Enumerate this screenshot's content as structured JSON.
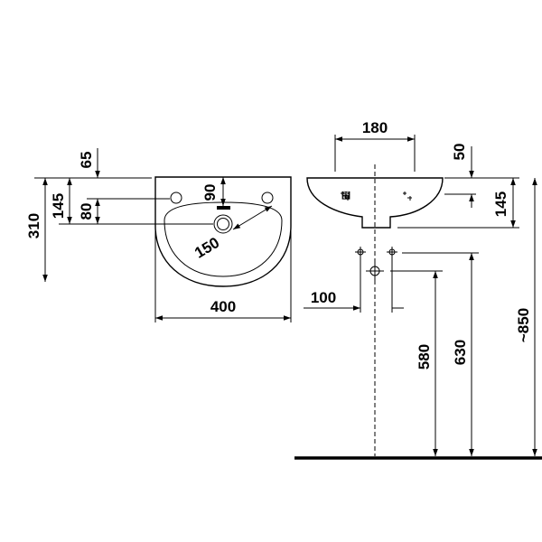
{
  "dimensions": {
    "d65": "65",
    "d310": "310",
    "d145_left": "145",
    "d80": "80",
    "d90": "90",
    "d150": "150",
    "d400": "400",
    "d180": "180",
    "d50": "50",
    "d145_right": "145",
    "d100": "100",
    "d580": "580",
    "d630": "630",
    "d850": "~850"
  }
}
